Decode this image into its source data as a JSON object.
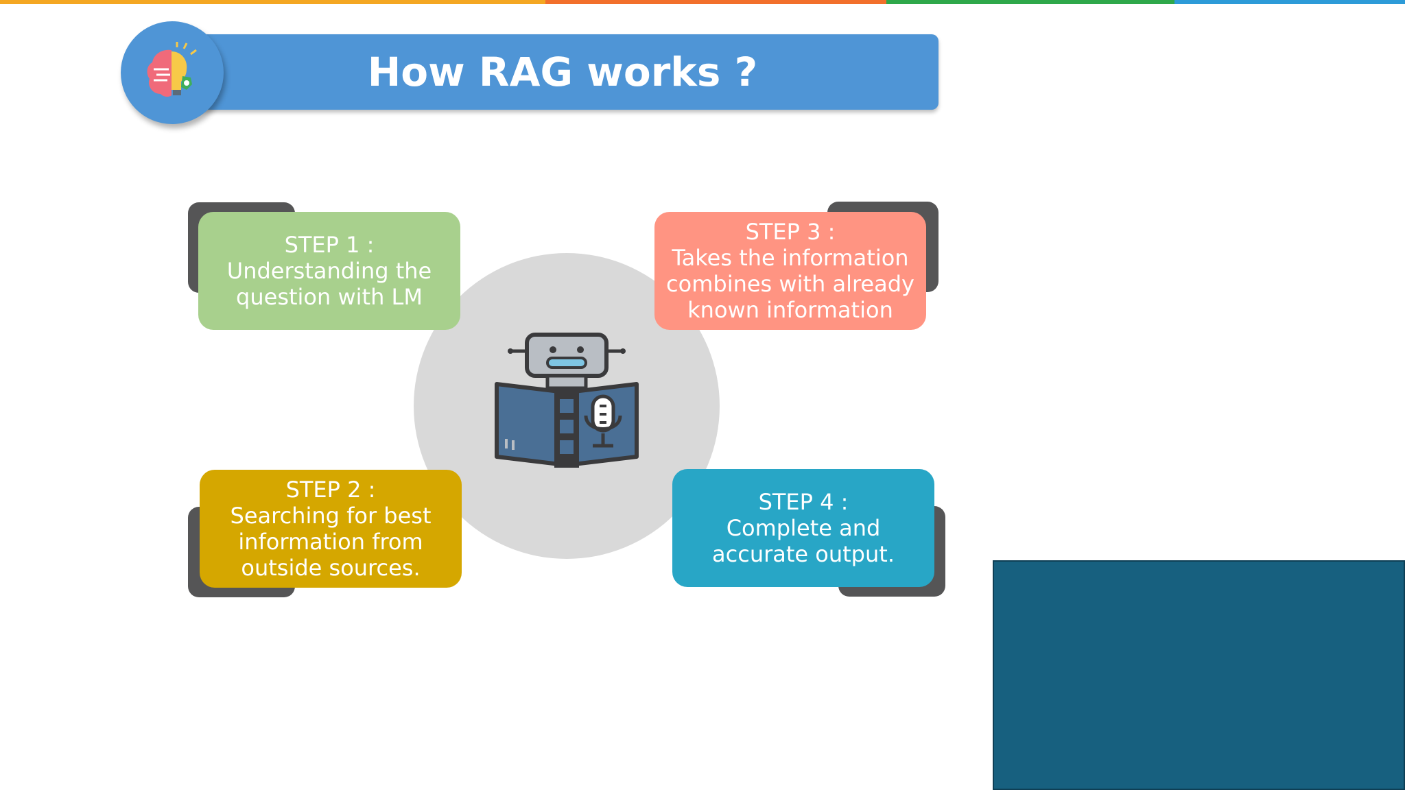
{
  "title": "How RAG works ?",
  "icons": {
    "logo": "brain-lightbulb-icon",
    "center": "robot-reading-book-icon"
  },
  "colors": {
    "banner": "#4F95D6",
    "step_1": "#A8D08D",
    "step_2": "#D5A700",
    "step_3": "#FF9482",
    "step_4": "#28A6C6",
    "center_circle": "#D9D9D9",
    "video_panel": "#17607F"
  },
  "steps": [
    {
      "heading": "STEP 1 :",
      "lines": [
        "Understanding the",
        "question with LM"
      ]
    },
    {
      "heading": "STEP 2 :",
      "lines": [
        "Searching for best",
        "information from",
        "outside sources."
      ]
    },
    {
      "heading": "STEP 3 :",
      "lines": [
        "Takes the information",
        "combines with already",
        "known information"
      ]
    },
    {
      "heading": "STEP 4 :",
      "lines": [
        "Complete and",
        "accurate output."
      ]
    }
  ]
}
